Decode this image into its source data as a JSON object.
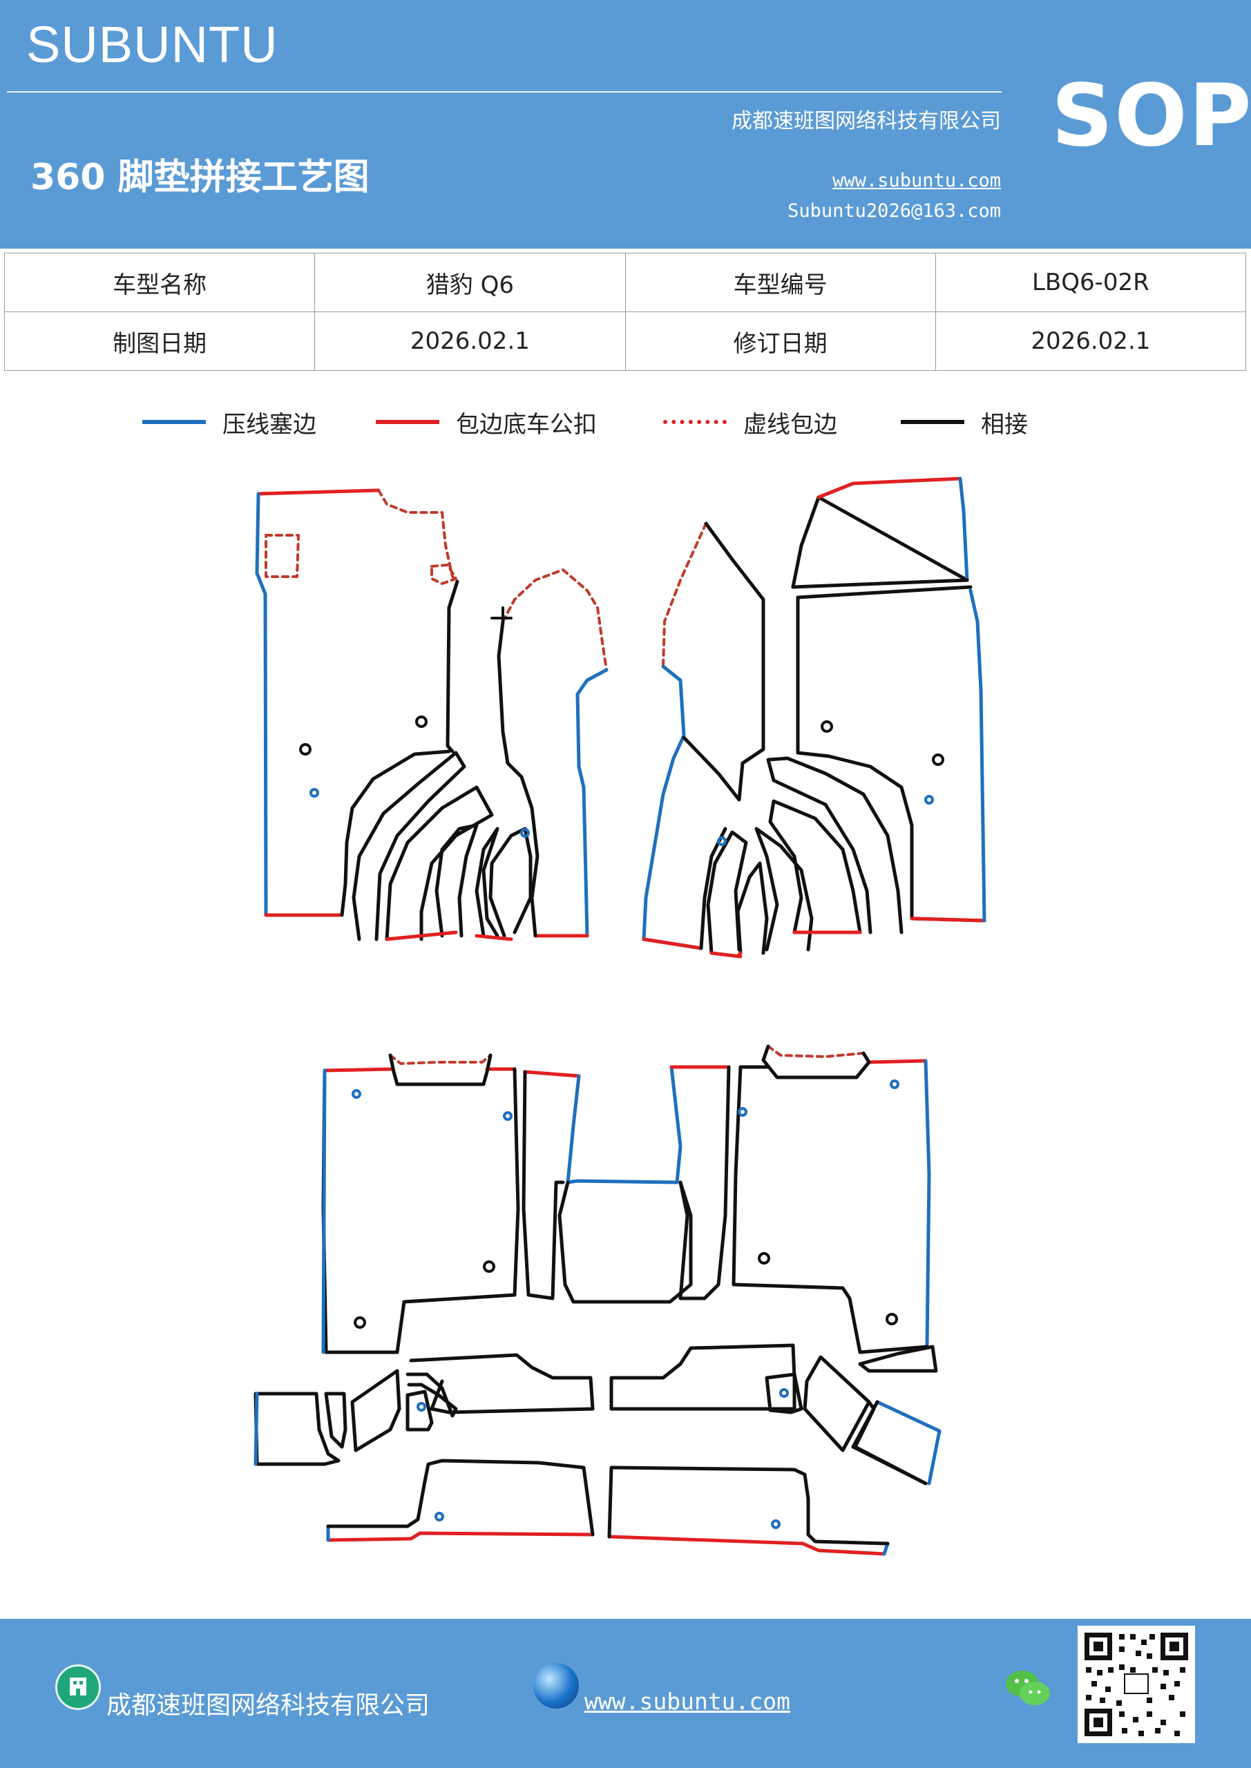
{
  "header": {
    "brand": "SUBUNTU",
    "company": "成都速班图网络科技有限公司",
    "badge": "SOP",
    "title": "360 脚垫拼接工艺图",
    "url": "www.subuntu.com",
    "email": "Subuntu2026@163.com"
  },
  "info_table": {
    "rows": [
      [
        "车型名称",
        "猎豹 Q6",
        "车型编号",
        "LBQ6-02R"
      ],
      [
        "制图日期",
        "2026.02.1",
        "修订日期",
        "2026.02.1"
      ]
    ]
  },
  "legend": {
    "items": [
      {
        "label": "压线塞边",
        "color": "#1f6fbf",
        "style": "solid"
      },
      {
        "label": "包边底车公扣",
        "color": "#e02020",
        "style": "solid"
      },
      {
        "label": "虚线包边",
        "color": "#e02020",
        "style": "dotted"
      },
      {
        "label": "相接",
        "color": "#111111",
        "style": "solid"
      }
    ]
  },
  "colors": {
    "header_bg": "#5b9bd5",
    "press_line": "#1f6fbf",
    "edge_red": "#e02020",
    "dash_red": "#c0392b",
    "join_black": "#111111"
  },
  "footer": {
    "company": "成都速班图网络科技有限公司",
    "url": "www.subuntu.com",
    "icons": [
      "building-icon",
      "globe-icon",
      "wechat-icon",
      "qr-code"
    ]
  }
}
